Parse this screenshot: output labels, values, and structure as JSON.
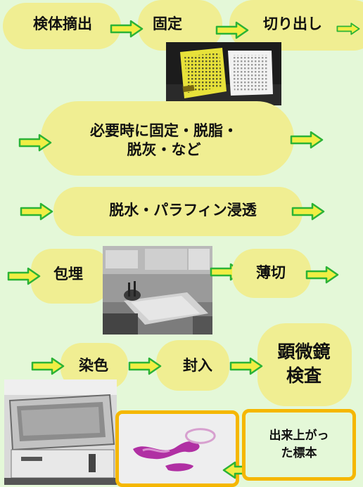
{
  "steps": {
    "excision": "検体摘出",
    "fixation": "固定",
    "trimming": "切り出し",
    "pretreat_line1": "必要時に固定・脱脂・",
    "pretreat_line2": "脱灰・など",
    "dehydration": "脱水・パラフィン浸透",
    "embedding": "包埋",
    "sectioning": "薄切",
    "staining": "染色",
    "mounting": "封入",
    "microscopy_line1": "顕微鏡",
    "microscopy_line2": "検査",
    "finished_line1": "出来上がっ",
    "finished_line2": "た標本"
  },
  "colors": {
    "background": "#e4f8d8",
    "pill": "#f0ee92",
    "arrow_fill": "#f0ee44",
    "arrow_stroke": "#2bb336",
    "frame": "#f5b700"
  },
  "photos": {
    "cassettes": "cassette-photo",
    "embedding_station": "embedding-station-photo",
    "stainer": "stainer-photo",
    "slide": "slide-photo"
  }
}
